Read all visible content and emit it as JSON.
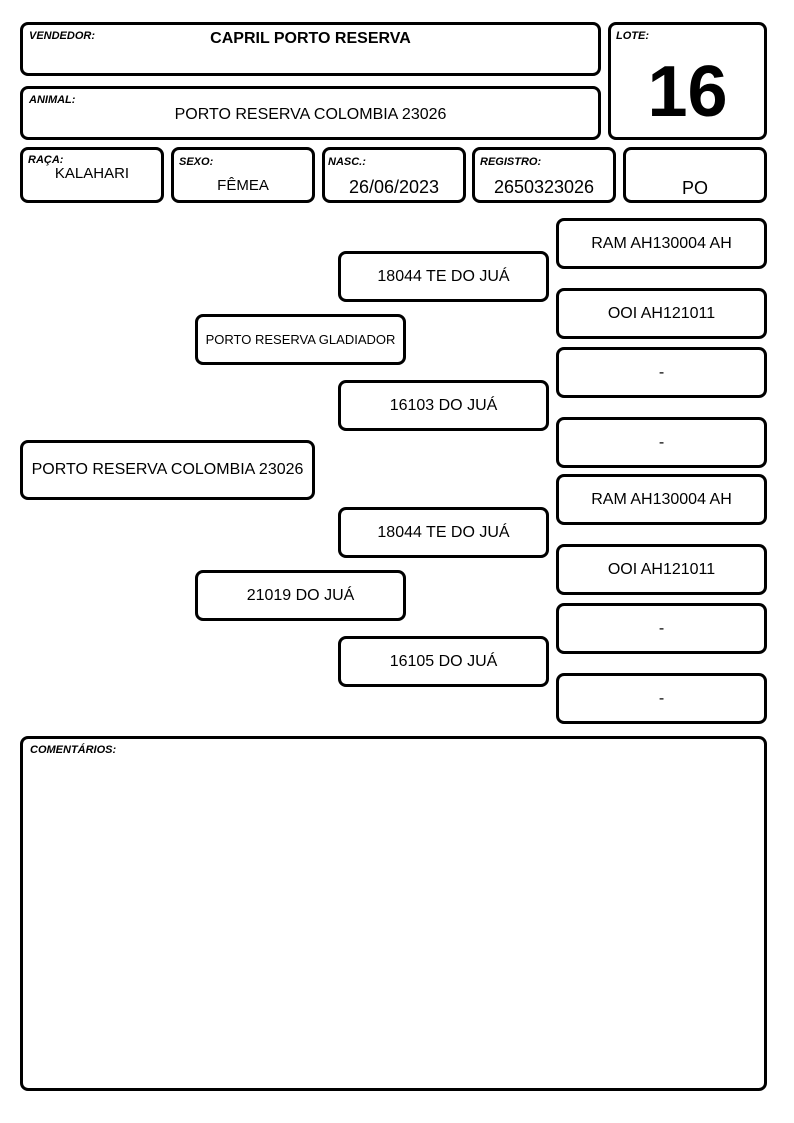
{
  "header": {
    "vendedor_label": "VENDEDOR:",
    "vendedor": "CAPRIL PORTO RESERVA",
    "lote_label": "LOTE:",
    "lote": "16",
    "animal_label": "ANIMAL:",
    "animal": "PORTO RESERVA COLOMBIA 23026"
  },
  "info": {
    "raca_label": "RAÇA:",
    "raca": "KALAHARI",
    "sexo_label": "SEXO:",
    "sexo": "FÊMEA",
    "nasc_label": "NASC.:",
    "nasc": "26/06/2023",
    "registro_label": "REGISTRO:",
    "registro": "2650323026",
    "categoria": "PO"
  },
  "pedigree": {
    "animal": "PORTO RESERVA COLOMBIA 23026",
    "sire": "PORTO RESERVA GLADIADOR",
    "dam": "21019 DO JUÁ",
    "sire_sire": "18044 TE DO JUÁ",
    "sire_dam": "16103 DO JUÁ",
    "dam_sire": "18044 TE DO JUÁ",
    "dam_dam": "16105 DO JUÁ",
    "ggp": [
      "RAM AH130004 AH",
      "OOI AH121011",
      "-",
      "-",
      "RAM AH130004 AH",
      "OOI AH121011",
      "-",
      "-"
    ]
  },
  "comments": {
    "label": "COMENTÁRIOS:"
  }
}
